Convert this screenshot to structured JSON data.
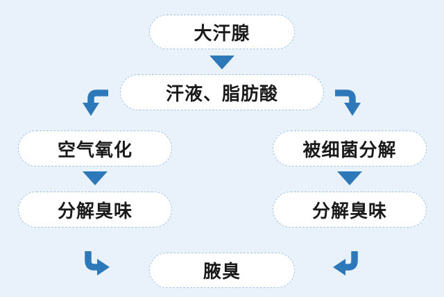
{
  "diagram": {
    "type": "flowchart",
    "background_color": "#e9f2fb",
    "node_fill_color": "#ffffff",
    "node_border_color": "#9fc3e6",
    "text_color": "#1a1a1a",
    "arrow_color": "#2d78b9",
    "nodes": {
      "apocrine_gland": {
        "label": "大汗腺"
      },
      "sweat_fatty_acids": {
        "label": "汗液、脂肪酸"
      },
      "air_oxidation": {
        "label": "空气氧化"
      },
      "bacterial_decomposition": {
        "label": "被细菌分解"
      },
      "decomposition_odor_left": {
        "label": "分解臭味"
      },
      "decomposition_odor_right": {
        "label": "分解臭味"
      },
      "body_odor": {
        "label": "腋臭"
      }
    },
    "edges": [
      {
        "from": "大汗腺",
        "to": "汗液、脂肪酸",
        "arrow": "triangle-down"
      },
      {
        "from": "汗液、脂肪酸",
        "to": "空气氧化",
        "arrow": "elbow-left-then-down"
      },
      {
        "from": "汗液、脂肪酸",
        "to": "被细菌分解",
        "arrow": "elbow-right-then-down"
      },
      {
        "from": "空气氧化",
        "to": "分解臭味",
        "arrow": "triangle-down"
      },
      {
        "from": "被细菌分解",
        "to": "分解臭味",
        "arrow": "triangle-down"
      },
      {
        "from": "分解臭味(左)",
        "to": "腋臭",
        "arrow": "elbow-down-then-right"
      },
      {
        "from": "分解臭味(右)",
        "to": "腋臭",
        "arrow": "elbow-down-then-left"
      }
    ]
  }
}
